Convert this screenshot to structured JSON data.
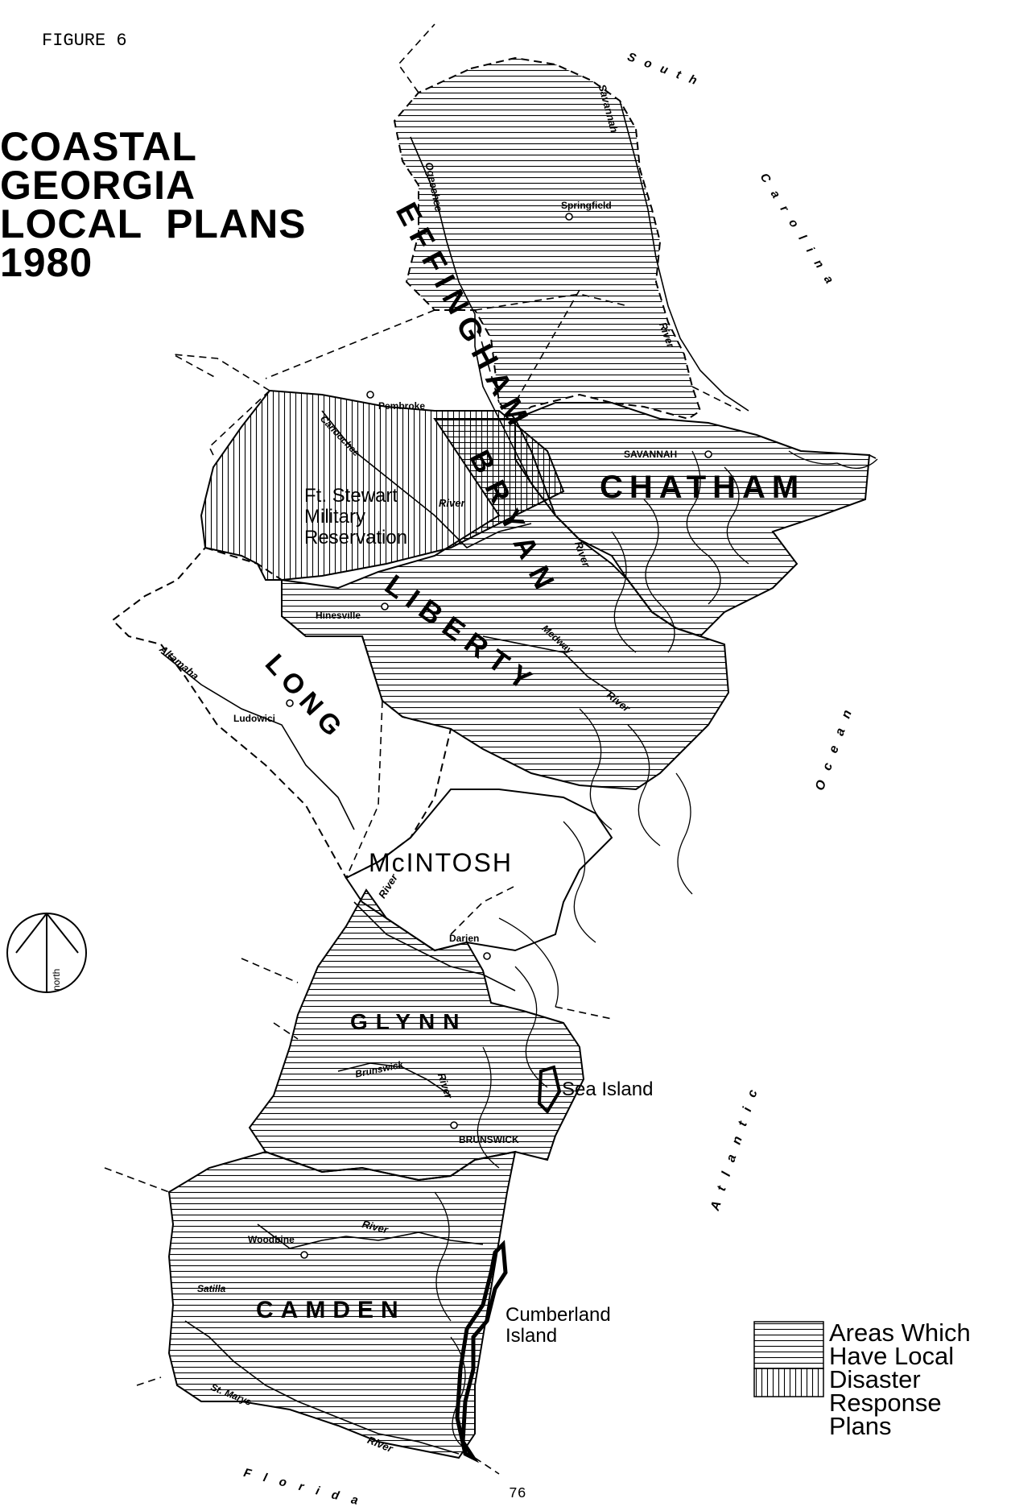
{
  "figure_label": "FIGURE 6",
  "title_lines": [
    "COASTAL",
    "GEORGIA",
    "LOCAL  PLANS",
    "1980"
  ],
  "counties": {
    "effingham": "EFFINGHAM",
    "chatham": "CHATHAM",
    "bryan": "BRYAN",
    "liberty": "LIBERTY",
    "long": "LONG",
    "mcintosh": "McINTOSH",
    "glynn": "GLYNN",
    "camden": "CAMDEN"
  },
  "places": {
    "ft_stewart": [
      "Ft. Stewart",
      "Military",
      "Reservation"
    ],
    "sea_island": "Sea Island",
    "cumberland": [
      "Cumberland",
      "Island"
    ]
  },
  "towns": {
    "springfield": "Springfield",
    "pembroke": "Pembroke",
    "savannah": "SAVANNAH",
    "hinesville": "Hinesville",
    "ludowici": "Ludowici",
    "darien": "Darien",
    "brunswick": "BRUNSWICK",
    "woodbine": "Woodbine"
  },
  "waters": {
    "south_carolina": [
      "South",
      "Carolina"
    ],
    "savannah_river": [
      "Savannah",
      "River"
    ],
    "ogeechee": "Ogeechee",
    "canoochee": "Canoochee",
    "canoochee_river": "River",
    "ogeechee_river": "River",
    "medway": "Medway",
    "medway_river": "River",
    "altamaha": "Altamaha",
    "altamaha_river": "River",
    "brunswick_river": [
      "Brunswick",
      "River"
    ],
    "satilla": "Satilla",
    "satilla_river": "River",
    "st_marys": "St. Marys",
    "st_marys_river": "River",
    "atlantic_ocean": [
      "Ocean",
      "Atlantic"
    ],
    "florida": "Florida"
  },
  "north_label": "north",
  "legend": {
    "lines": [
      "Areas Which",
      "Have Local",
      "Disaster",
      "Response",
      "Plans"
    ]
  },
  "page_number": "76"
}
